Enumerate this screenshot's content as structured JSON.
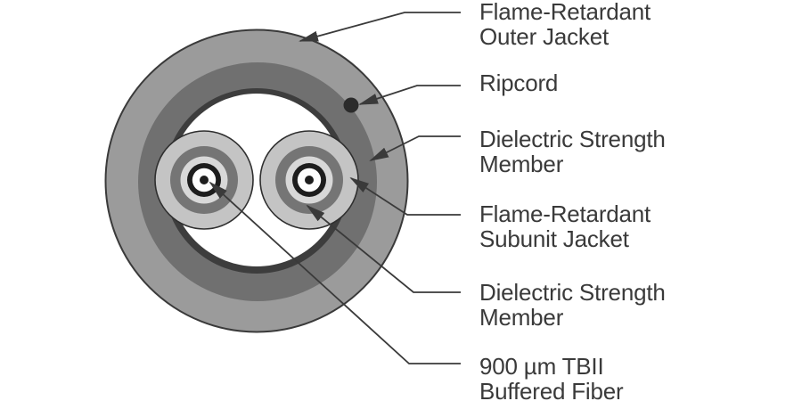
{
  "colors": {
    "background": "#ffffff",
    "outer_jacket": "#9b9b9b",
    "outer_jacket_outline": "#3a3a3a",
    "strength_member_outer": "#707070",
    "inner_liner": "#3d3d3d",
    "cable_interior": "#ffffff",
    "subunit_jacket": "#c4c4c4",
    "subunit_outline": "#2f2f2f",
    "subunit_strength_member": "#757575",
    "buffer_ring": "#d8d8d8",
    "fiber_dark": "#1d1d1d",
    "fiber_white": "#fdfdfd",
    "ripcord": "#2b2b2b",
    "leader_line": "#3a3a3a",
    "label_text": "#3a3a3a"
  },
  "labels": [
    {
      "lines": [
        "Flame-Retardant",
        "Outer Jacket"
      ]
    },
    {
      "lines": [
        "Ripcord"
      ]
    },
    {
      "lines": [
        "Dielectric Strength",
        "Member"
      ]
    },
    {
      "lines": [
        "Flame-Retardant",
        "Subunit Jacket"
      ]
    },
    {
      "lines": [
        "Dielectric Strength",
        "Member"
      ]
    },
    {
      "lines": [
        "900 µm TBII",
        "Buffered Fiber"
      ]
    }
  ]
}
